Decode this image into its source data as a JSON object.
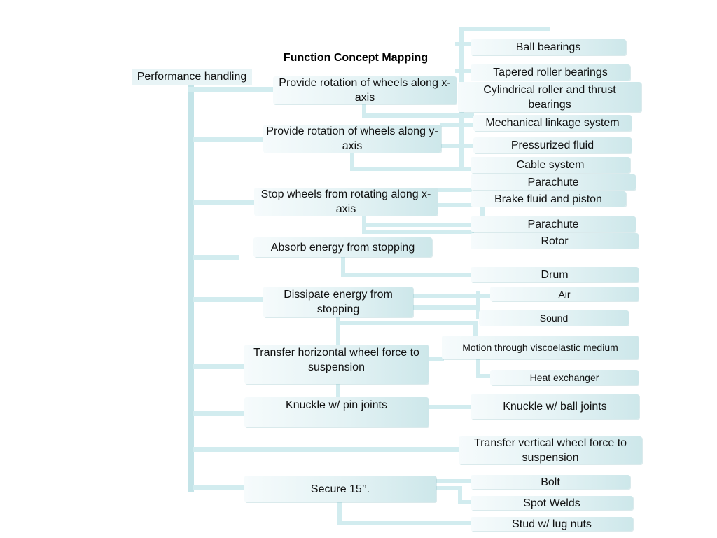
{
  "title": "Function Concept Mapping",
  "root": "Performance handling",
  "functions": {
    "rotation_x": "Provide rotation of wheels along x-axis",
    "rotation_y": "Provide rotation of wheels along y-axis",
    "stop_wheels": "Stop wheels from rotating along x-axis",
    "absorb_energy": "Absorb energy from stopping",
    "dissipate_energy": "Dissipate energy from stopping",
    "transfer_horizontal": "Transfer horizontal wheel force to suspension",
    "knuckle_pin": "Knuckle w/ pin joints",
    "transfer_vertical": "Transfer vertical wheel force to suspension",
    "secure": "Secure 15’’."
  },
  "concepts": {
    "ball_bearings": "Ball bearings",
    "tapered_roller": "Tapered roller bearings",
    "cylindrical_roller": "Cylindrical roller and thrust bearings",
    "mechanical_linkage": "Mechanical linkage system",
    "pressurized_fluid": "Pressurized fluid",
    "cable_system": "Cable system",
    "parachute_1": "Parachute",
    "brake_fluid": "Brake fluid and piston",
    "parachute_2": "Parachute",
    "rotor": "Rotor",
    "drum": "Drum",
    "air": "Air",
    "sound": "Sound",
    "viscoelastic": "Motion through viscoelastic medium",
    "heat_exchanger": "Heat exchanger",
    "knuckle_ball": "Knuckle w/ ball joints",
    "bolt": "Bolt",
    "spot_welds": "Spot Welds",
    "stud_lug": "Stud w/ lug nuts"
  }
}
